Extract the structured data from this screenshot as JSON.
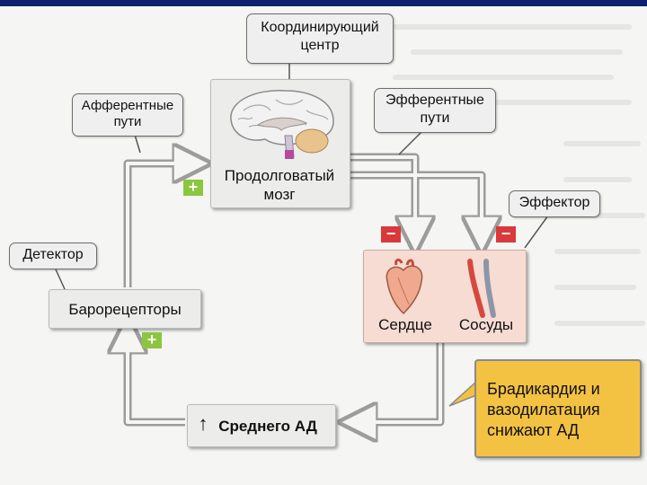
{
  "labels": {
    "coordinating_center": "Координирующий центр",
    "afferent": "Афферентные пути",
    "efferent": "Эфферентные пути",
    "medulla": "Продолговатый мозг",
    "effector": "Эффектор",
    "detector": "Детектор",
    "baroreceptors": "Барорецепторы",
    "heart": "Сердце",
    "vessels": "Сосуды",
    "mean_bp": "Среднего АД",
    "mean_bp_arrow": "↑",
    "note": "Брадикардия и вазодилатация снижают АД",
    "plus": "+",
    "minus": "−"
  },
  "colors": {
    "top_bar": "#0b1f6e",
    "arrow": "#9c9c9c",
    "plus_badge": "#8cc63f",
    "minus_badge": "#d9393b",
    "note_fill": "#f3c242",
    "effector_fill": "#f6dcd2",
    "box_fill": "#ececea"
  },
  "icons": {
    "brain": "brain-icon",
    "heart": "heart-icon",
    "vessels": "vessels-icon"
  }
}
